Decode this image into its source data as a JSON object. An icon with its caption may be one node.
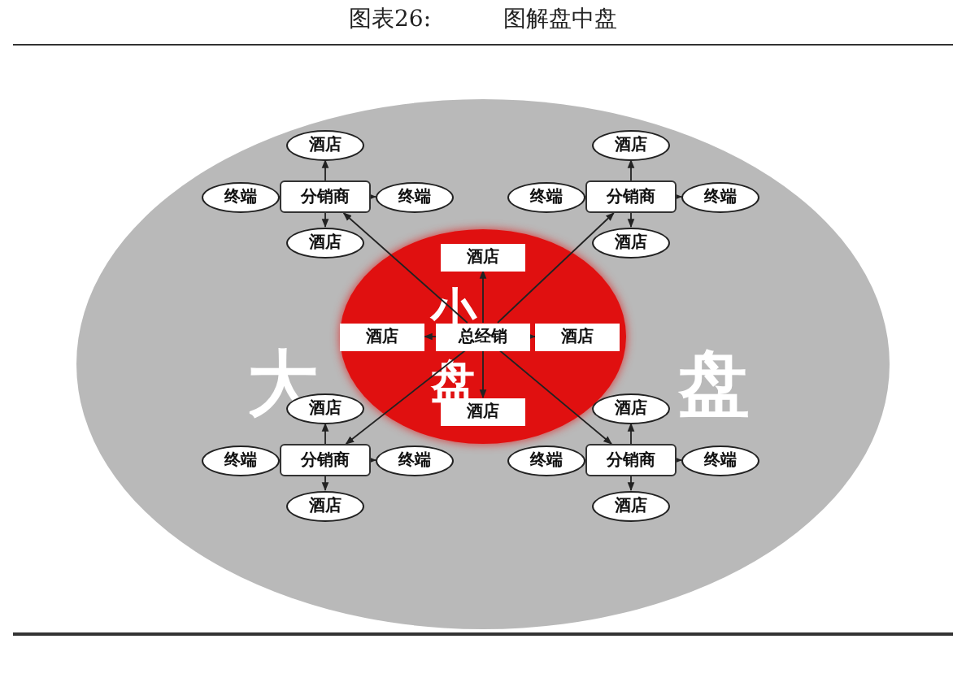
{
  "diagram": {
    "title": "图表26: 图解盘中盘",
    "nodes": [
      {
        "text": [
          "大",
          "盘"
        ]
      },
      {
        "text": [
          "小",
          "盘"
        ],
        "in": 0
      },
      {
        "text": [
          "酒店"
        ],
        "in": 1
      },
      {
        "text": [
          "酒店"
        ],
        "in": 1
      },
      {
        "text": [
          "总经销"
        ],
        "in": 1
      },
      {
        "text": [
          "酒店"
        ],
        "in": 1
      },
      {
        "text": [
          "酒店"
        ],
        "in": 1
      },
      {
        "text": [
          "酒店"
        ],
        "in": 0
      },
      {
        "text": [
          "终端"
        ],
        "in": 0
      },
      {
        "text": [
          "分销商"
        ],
        "in": 0
      },
      {
        "text": [
          "终端"
        ],
        "in": 0
      },
      {
        "text": [
          "酒店"
        ],
        "in": 0
      },
      {
        "text": [
          "酒店"
        ],
        "in": 0
      },
      {
        "text": [
          "终端"
        ],
        "in": 0
      },
      {
        "text": [
          "分销商"
        ],
        "in": 0
      },
      {
        "text": [
          "终端"
        ],
        "in": 0
      },
      {
        "text": [
          "酒店"
        ],
        "in": 0
      },
      {
        "text": [
          "酒店"
        ],
        "in": 0
      },
      {
        "text": [
          "终端"
        ],
        "in": 0
      },
      {
        "text": [
          "分销商"
        ],
        "in": 0
      },
      {
        "text": [
          "终端"
        ],
        "in": 0
      },
      {
        "text": [
          "酒店"
        ],
        "in": 0
      },
      {
        "text": [
          "酒店"
        ],
        "in": 0
      },
      {
        "text": [
          "终端"
        ],
        "in": 0
      },
      {
        "text": [
          "分销商"
        ],
        "in": 0
      },
      {
        "text": [
          "终端"
        ],
        "in": 0
      },
      {
        "text": [
          "酒店"
        ],
        "in": 0
      }
    ],
    "edges": [
      {
        "from": 4,
        "to": 2,
        "arrow": "to"
      },
      {
        "from": 4,
        "to": 3,
        "arrow": "to"
      },
      {
        "from": 4,
        "to": 5,
        "arrow": "to"
      },
      {
        "from": 4,
        "to": 6,
        "arrow": "to"
      },
      {
        "from": 4,
        "to": 9,
        "arrow": "to"
      },
      {
        "from": 4,
        "to": 14,
        "arrow": "to"
      },
      {
        "from": 4,
        "to": 19,
        "arrow": "to"
      },
      {
        "from": 4,
        "to": 24,
        "arrow": "to"
      },
      {
        "from": 9,
        "to": 7,
        "arrow": "to"
      },
      {
        "from": 9,
        "to": 8,
        "arrow": "to"
      },
      {
        "from": 9,
        "to": 10,
        "arrow": "to"
      },
      {
        "from": 9,
        "to": 11,
        "arrow": "to"
      },
      {
        "from": 14,
        "to": 12,
        "arrow": "to"
      },
      {
        "from": 14,
        "to": 13,
        "arrow": "to"
      },
      {
        "from": 14,
        "to": 15,
        "arrow": "to"
      },
      {
        "from": 14,
        "to": 16,
        "arrow": "to"
      },
      {
        "from": 19,
        "to": 17,
        "arrow": "to"
      },
      {
        "from": 19,
        "to": 18,
        "arrow": "to"
      },
      {
        "from": 19,
        "to": 20,
        "arrow": "to"
      },
      {
        "from": 19,
        "to": 21,
        "arrow": "to"
      },
      {
        "from": 24,
        "to": 22,
        "arrow": "to"
      },
      {
        "from": 24,
        "to": 23,
        "arrow": "to"
      },
      {
        "from": 24,
        "to": 25,
        "arrow": "to"
      },
      {
        "from": 24,
        "to": 26,
        "arrow": "to"
      }
    ]
  }
}
